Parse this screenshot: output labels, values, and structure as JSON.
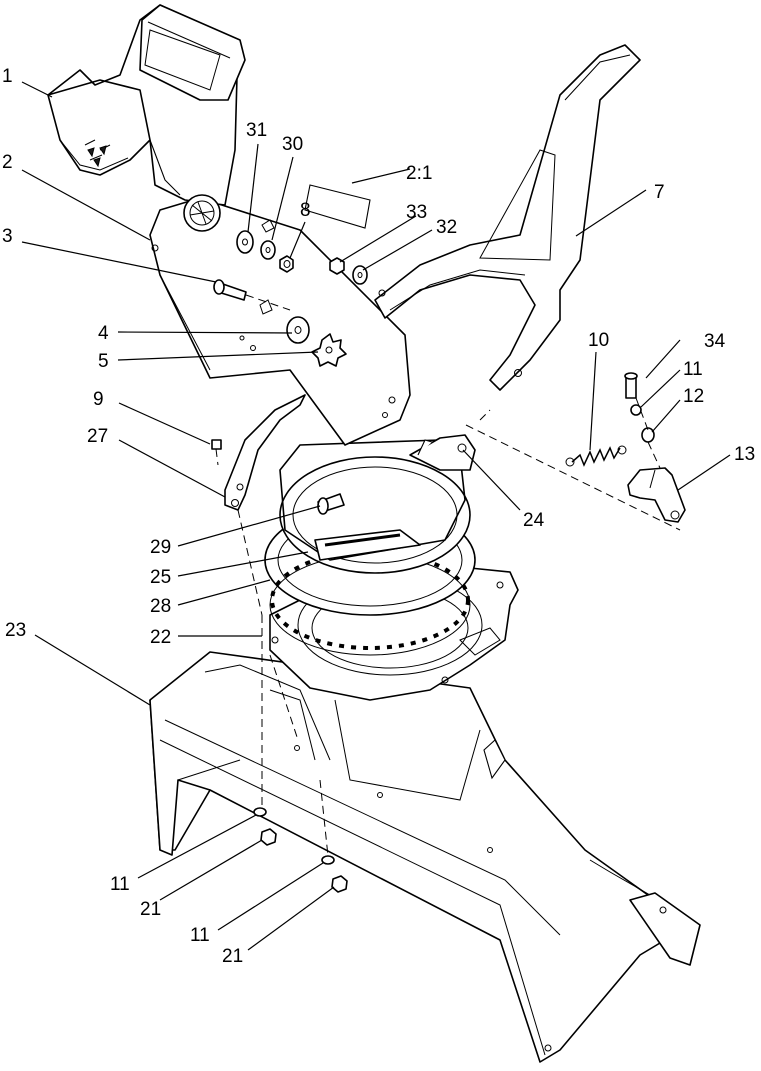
{
  "diagram": {
    "scale_note": "2:1",
    "callouts": [
      {
        "id": "c1",
        "label": "1"
      },
      {
        "id": "c2",
        "label": "2"
      },
      {
        "id": "c3",
        "label": "3"
      },
      {
        "id": "c4",
        "label": "4"
      },
      {
        "id": "c5",
        "label": "5"
      },
      {
        "id": "c7",
        "label": "7"
      },
      {
        "id": "c8",
        "label": "8"
      },
      {
        "id": "c9",
        "label": "9"
      },
      {
        "id": "c10",
        "label": "10"
      },
      {
        "id": "c11a",
        "label": "11"
      },
      {
        "id": "c11b",
        "label": "11"
      },
      {
        "id": "c11c",
        "label": "11"
      },
      {
        "id": "c12",
        "label": "12"
      },
      {
        "id": "c13",
        "label": "13"
      },
      {
        "id": "c21a",
        "label": "21"
      },
      {
        "id": "c21b",
        "label": "21"
      },
      {
        "id": "c22",
        "label": "22"
      },
      {
        "id": "c23",
        "label": "23"
      },
      {
        "id": "c24",
        "label": "24"
      },
      {
        "id": "c25",
        "label": "25"
      },
      {
        "id": "c27",
        "label": "27"
      },
      {
        "id": "c28",
        "label": "28"
      },
      {
        "id": "c29",
        "label": "29"
      },
      {
        "id": "c30",
        "label": "30"
      },
      {
        "id": "c31",
        "label": "31"
      },
      {
        "id": "c32",
        "label": "32"
      },
      {
        "id": "c33",
        "label": "33"
      },
      {
        "id": "c34",
        "label": "34"
      }
    ]
  }
}
